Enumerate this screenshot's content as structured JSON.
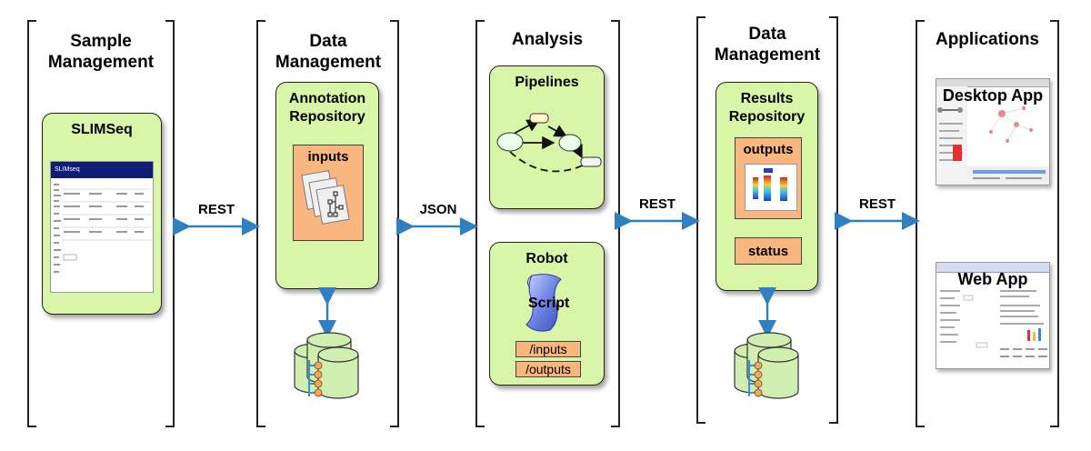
{
  "columns": {
    "sample_management": {
      "title_line1": "Sample",
      "title_line2": "Management"
    },
    "data_management_left": {
      "title_line1": "Data",
      "title_line2": "Management"
    },
    "analysis": {
      "title": "Analysis"
    },
    "data_management_right": {
      "title_line1": "Data",
      "title_line2": "Management"
    },
    "applications": {
      "title": "Applications"
    }
  },
  "boxes": {
    "slimseq": {
      "title": "SLIMSeq",
      "screenshot_header": "SLIMseq"
    },
    "annotation_repository": {
      "title_line1": "Annotation",
      "title_line2": "Repository",
      "inputs_label": "inputs"
    },
    "pipelines": {
      "title": "Pipelines"
    },
    "robot": {
      "title": "Robot",
      "script_label": "Script",
      "inputs_path": "/inputs",
      "outputs_path": "/outputs"
    },
    "results_repository": {
      "title_line1": "Results",
      "title_line2": "Repository",
      "outputs_label": "outputs",
      "status_label": "status"
    },
    "desktop_app": {
      "title": "Desktop App"
    },
    "web_app": {
      "title": "Web App"
    }
  },
  "connectors": {
    "rest_1": "REST",
    "json": "JSON",
    "rest_2": "REST",
    "rest_3": "REST"
  },
  "colors": {
    "box_green": "#d8f5a8",
    "orange": "#f9b77f",
    "arrow_blue": "#2f7fc1",
    "db_green": "#cfeeb0",
    "db_node": "#f2a85e"
  }
}
